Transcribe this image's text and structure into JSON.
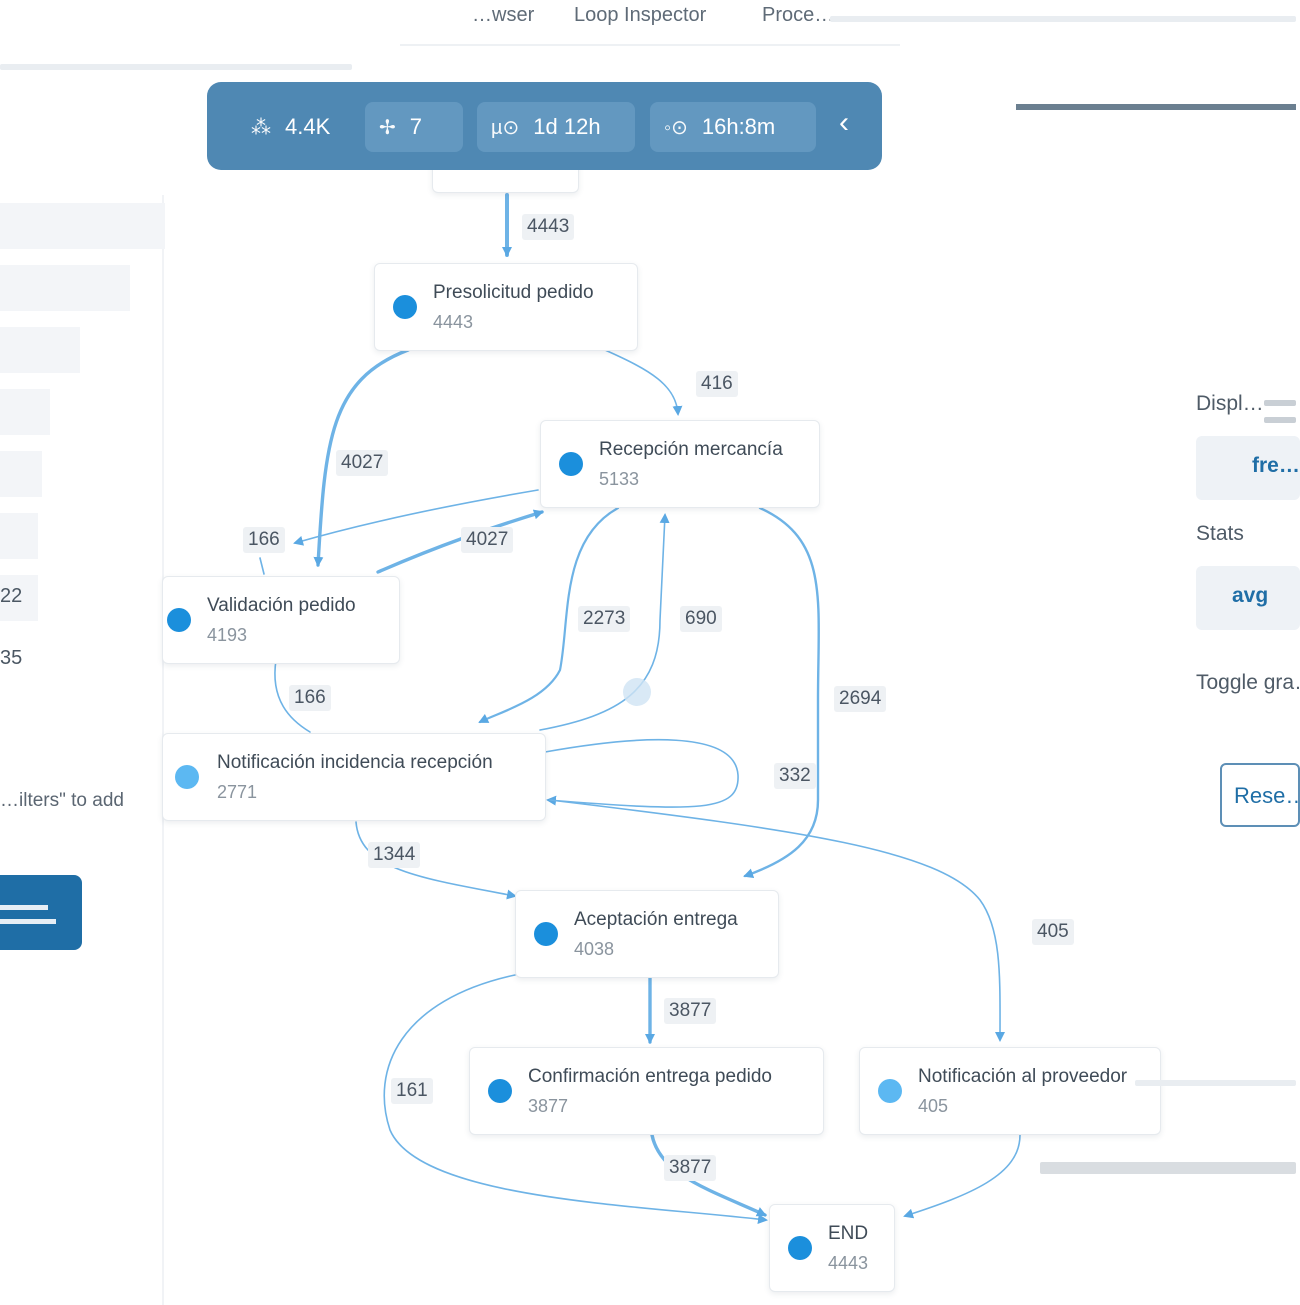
{
  "tabs": [
    "…wser",
    "Loop Inspector",
    "Proce…"
  ],
  "toolbar": {
    "stats": [
      {
        "icon": "cases-icon",
        "glyph": "⁂",
        "value": "4.4K"
      },
      {
        "icon": "activities-icon",
        "glyph": "✢",
        "value": "7"
      },
      {
        "icon": "mean-duration-icon",
        "glyph": "µ⊙",
        "value": "1d 12h"
      },
      {
        "icon": "median-duration-icon",
        "glyph": "◦⊙",
        "value": "16h:8m"
      }
    ],
    "collapse_glyph": "‹"
  },
  "left_panel": {
    "values": [
      "22",
      "35"
    ],
    "hint": "…ilters\" to add"
  },
  "graph": {
    "nodes": [
      {
        "name": "Presolicitud pedido",
        "count": "4443"
      },
      {
        "name": "Recepción mercancía",
        "count": "5133"
      },
      {
        "name": "Validación pedido",
        "count": "4193"
      },
      {
        "name": "Notificación incidencia recepción",
        "count": "2771"
      },
      {
        "name": "Aceptación entrega",
        "count": "4038"
      },
      {
        "name": "Confirmación entrega pedido",
        "count": "3877"
      },
      {
        "name": "Notificación al proveedor",
        "count": "405"
      },
      {
        "name": "END",
        "count": "4443"
      }
    ],
    "edge_labels": [
      "4443",
      "416",
      "4027",
      "166",
      "4027",
      "2273",
      "690",
      "2694",
      "166",
      "332",
      "1344",
      "405",
      "3877",
      "161",
      "3877"
    ]
  },
  "right_panel": {
    "display_label": "Displ…",
    "display_value": "fre…",
    "stats_label": "Stats",
    "stats_value": "avg",
    "toggle_label": "Toggle gra…",
    "reset_label": "Rese…"
  },
  "colors": {
    "accent": "#4f88b3",
    "node_dot": "#1b8fdc",
    "edge": "#6eb3e6"
  }
}
